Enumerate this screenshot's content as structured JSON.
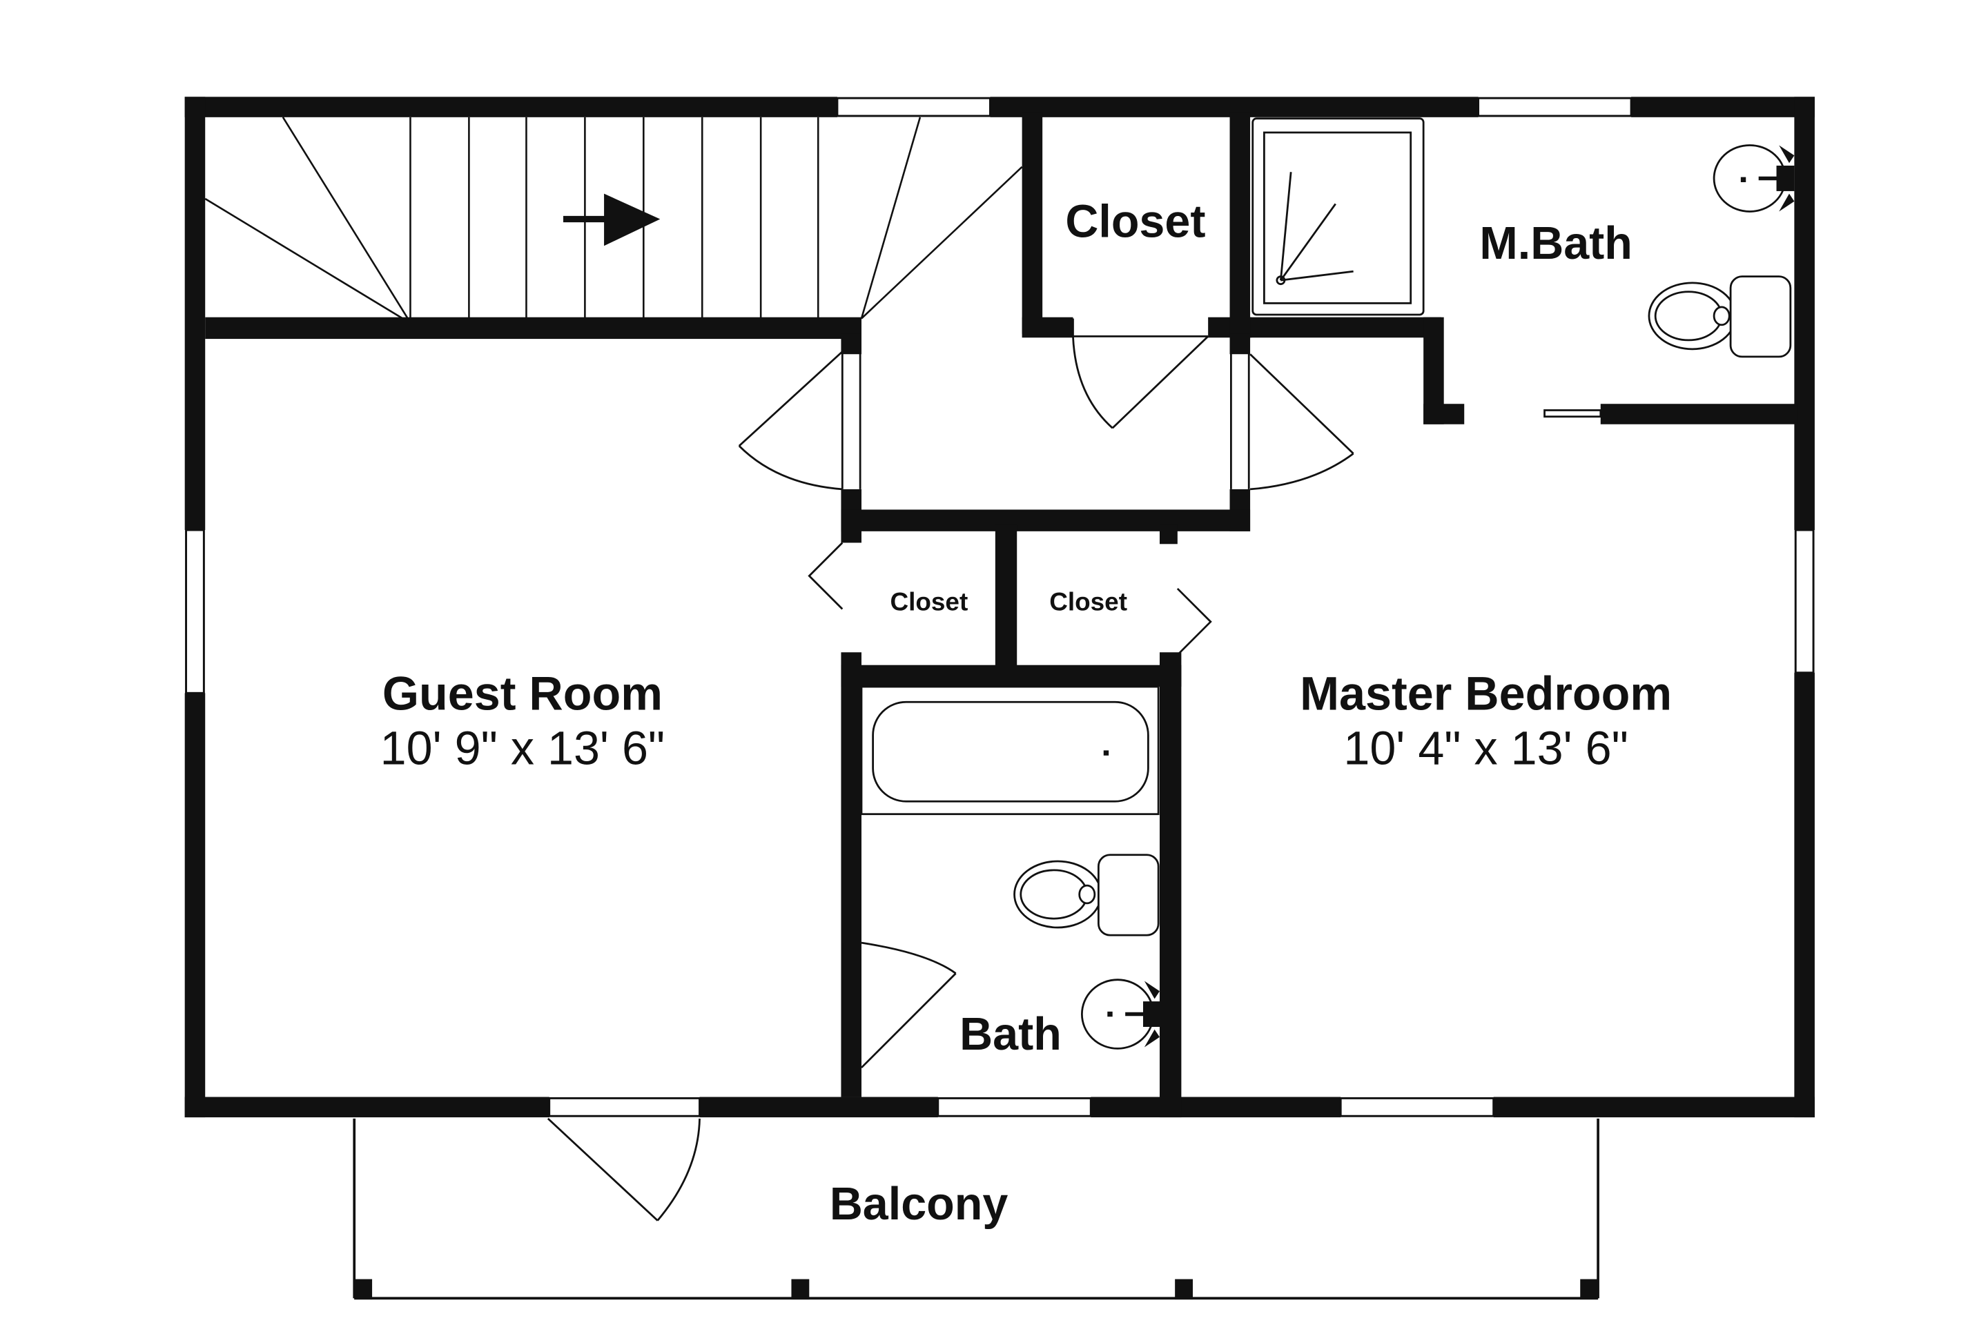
{
  "rooms": {
    "guest_room": {
      "name": "Guest Room",
      "size": "10' 9\" x 13' 6\""
    },
    "master_bedroom": {
      "name": "Master Bedroom",
      "size": "10' 4\" x 13' 6\""
    },
    "master_bath": {
      "name": "M.Bath"
    },
    "upper_closet": {
      "name": "Closet"
    },
    "hall_closet_left": {
      "name": "Closet"
    },
    "hall_closet_right": {
      "name": "Closet"
    },
    "bath": {
      "name": "Bath"
    },
    "balcony": {
      "name": "Balcony"
    }
  },
  "colors": {
    "wall": "#111111",
    "line": "#111111",
    "background": "#ffffff"
  },
  "icons": [
    "stair-arrow-icon",
    "shower-icon",
    "toilet-icon",
    "sink-icon",
    "bathtub-icon",
    "door-swing-icon",
    "window-icon"
  ]
}
